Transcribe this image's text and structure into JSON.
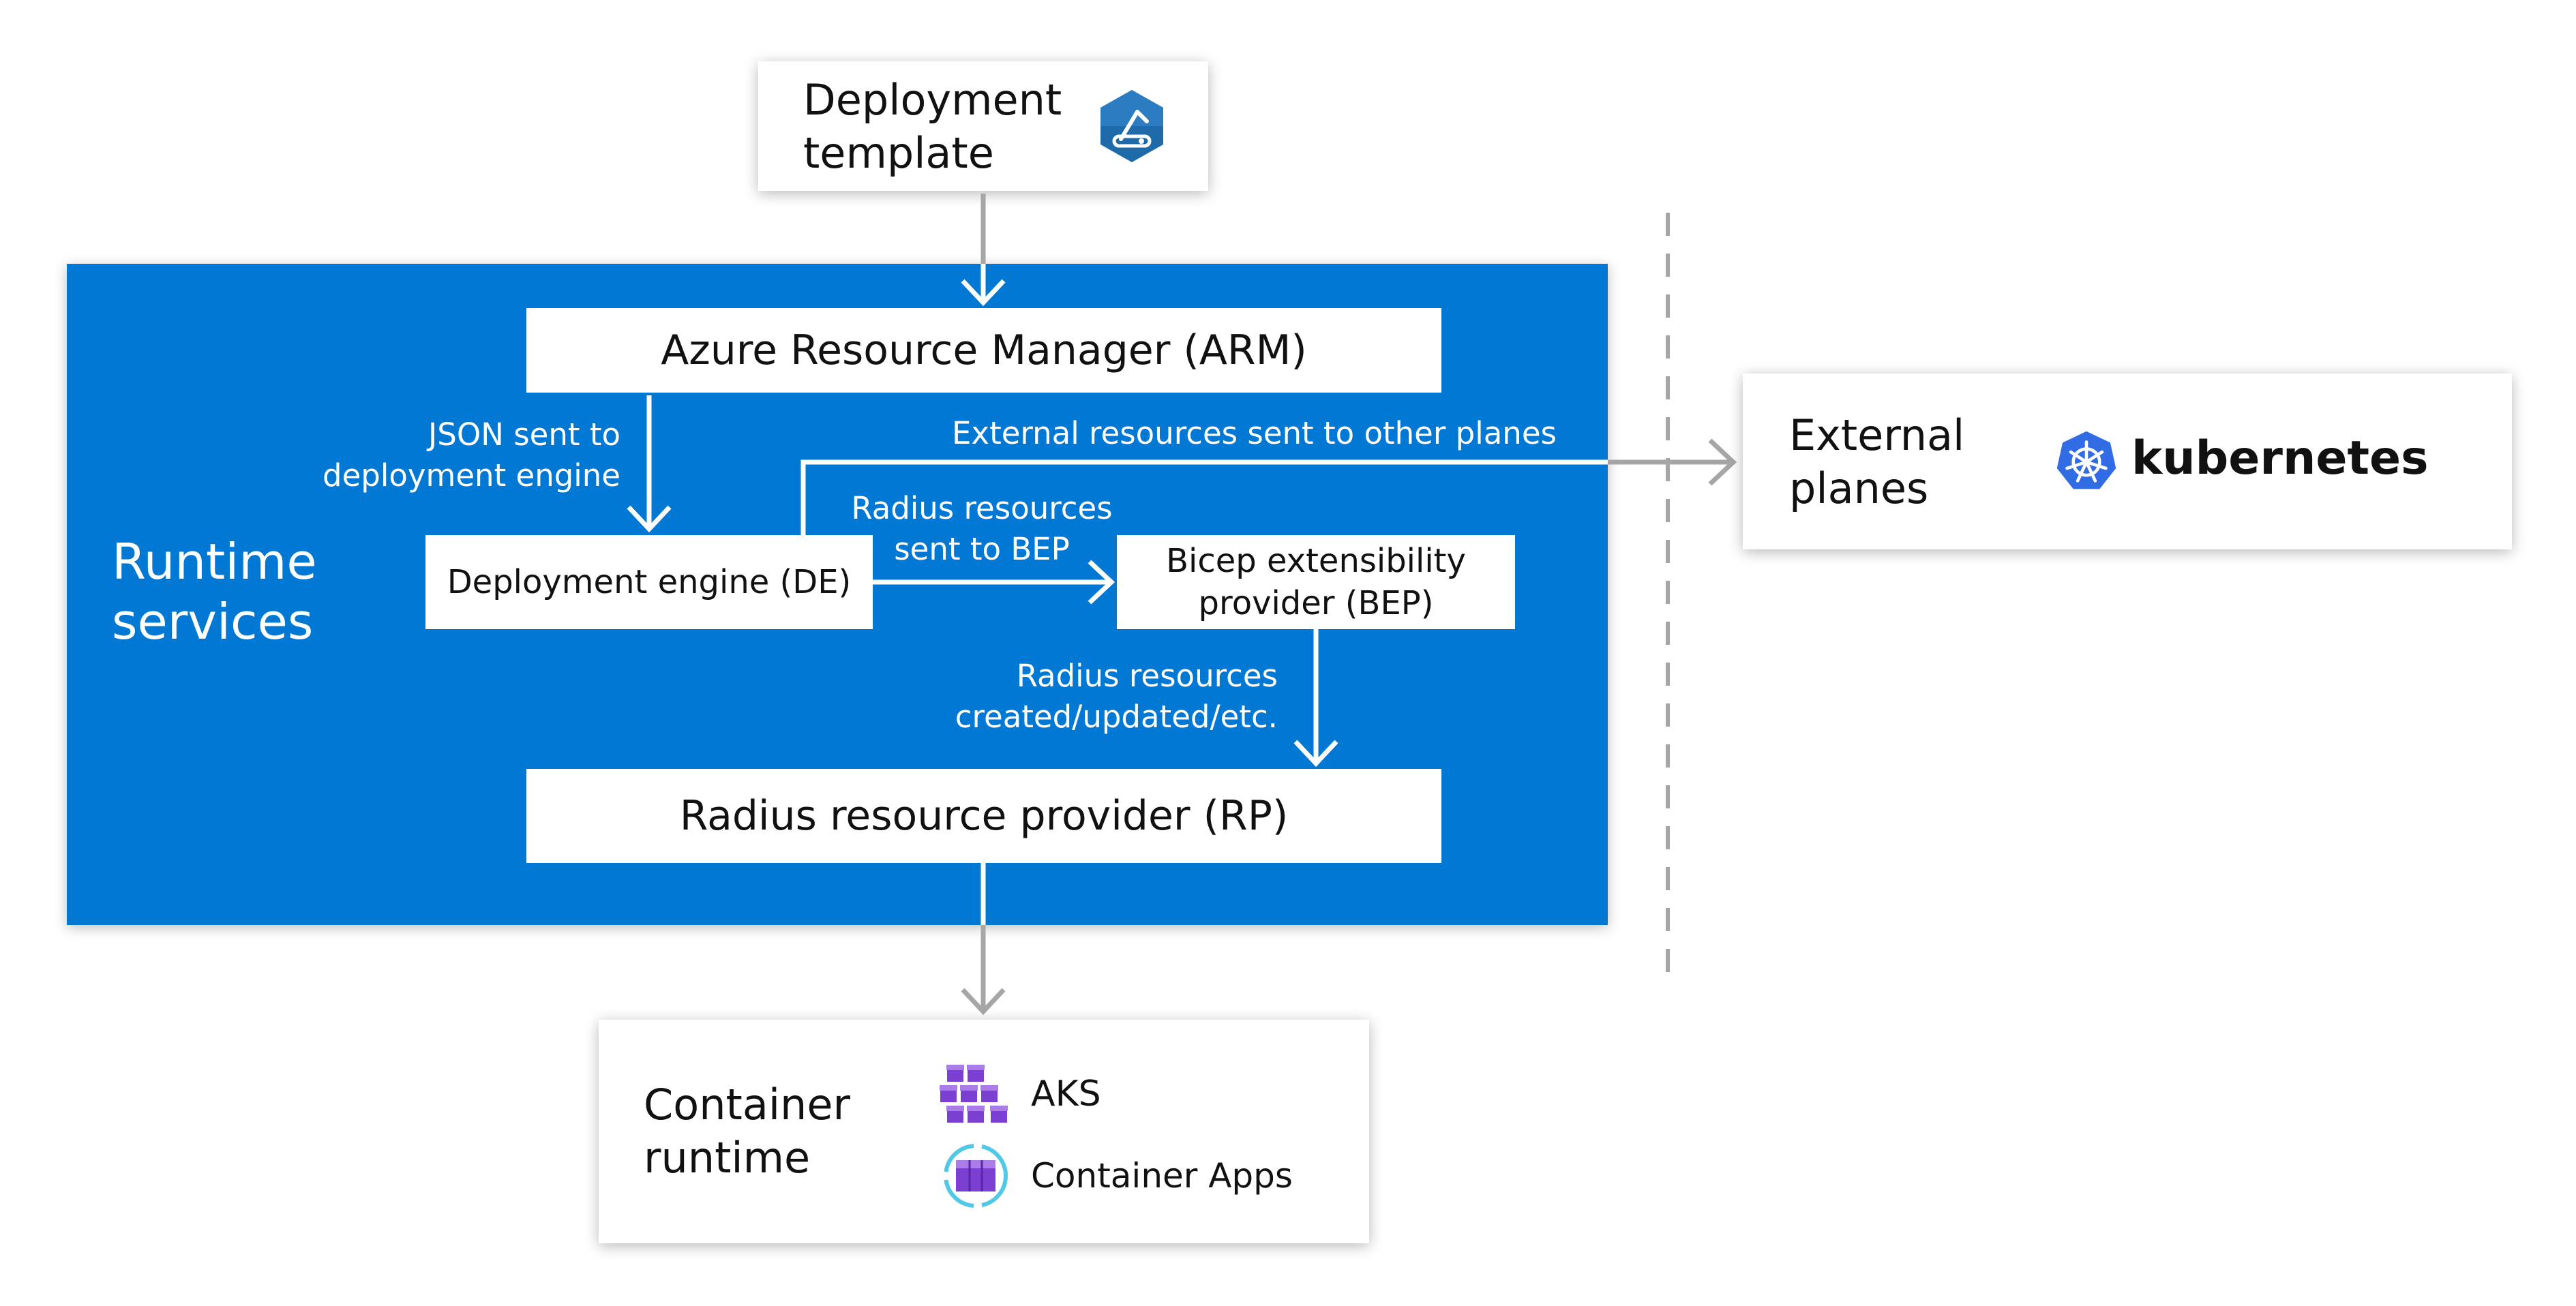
{
  "deployment_template": {
    "line1": "Deployment",
    "line2": "template"
  },
  "runtime": {
    "title_line1": "Runtime",
    "title_line2": "services"
  },
  "arm": {
    "label": "Azure Resource Manager (ARM)"
  },
  "de": {
    "label": "Deployment engine (DE)"
  },
  "bep": {
    "line1": "Bicep extensibility",
    "line2": "provider (BEP)"
  },
  "rp": {
    "label": "Radius resource provider (RP)"
  },
  "edges": {
    "json_line1": "JSON sent to",
    "json_line2": "deployment engine",
    "external": "External resources sent to other planes",
    "radius_bep_line1": "Radius resources",
    "radius_bep_line2": "sent to BEP",
    "radius_created_line1": "Radius resources",
    "radius_created_line2": "created/updated/etc."
  },
  "external_planes": {
    "line1": "External",
    "line2": "planes",
    "kubernetes": "kubernetes"
  },
  "container_runtime": {
    "line1": "Container",
    "line2": "runtime",
    "aks": "AKS",
    "container_apps": "Container Apps"
  },
  "colors": {
    "azure_blue": "#0078d4",
    "arrow_gray": "#a6a6a6",
    "k8s_blue": "#326ce5",
    "purple": "#7b3fd1"
  },
  "icons": [
    "deployment-template-icon",
    "kubernetes-icon",
    "aks-icon",
    "container-apps-icon"
  ]
}
